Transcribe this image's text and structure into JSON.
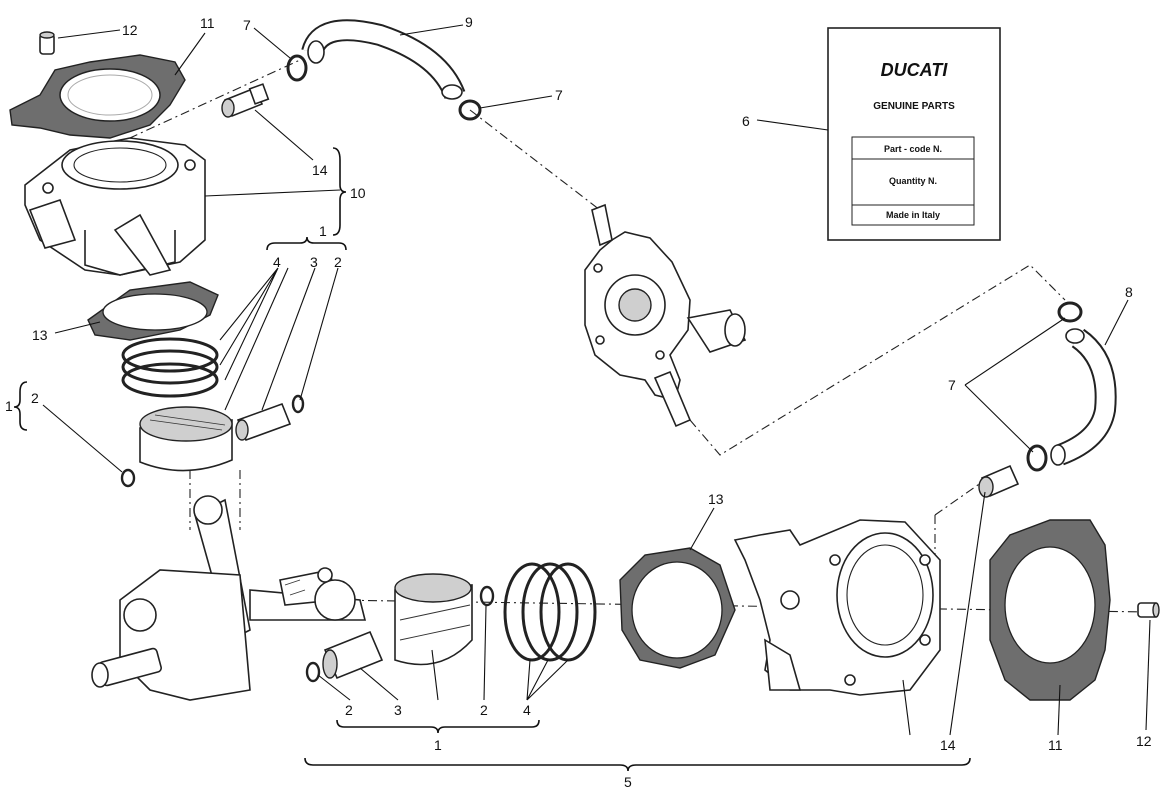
{
  "labels": {
    "l12_top": "12",
    "l11_top": "11",
    "l7_a": "7",
    "l9": "9",
    "l7_b": "7",
    "l14_top": "14",
    "l10": "10",
    "l1_top": "1",
    "l4_a": "4",
    "l3_a": "3",
    "l2_a": "2",
    "l13_left": "13",
    "l1_left": "1",
    "l2_left": "2",
    "l6": "6",
    "l8": "8",
    "l7_c": "7",
    "l13_bottom": "13",
    "l2_b": "2",
    "l3_b": "3",
    "l1_bottom": "1",
    "l2_c": "2",
    "l4_b": "4",
    "l14_bottom": "14",
    "l11_bottom": "11",
    "l12_bottom": "12",
    "l5": "5"
  },
  "booklet": {
    "brand": "DUCATI",
    "subtitle": "GENUINE PARTS",
    "field_part_code": "Part - code N.",
    "field_quantity": "Quantity N.",
    "field_origin": "Made in Italy"
  }
}
